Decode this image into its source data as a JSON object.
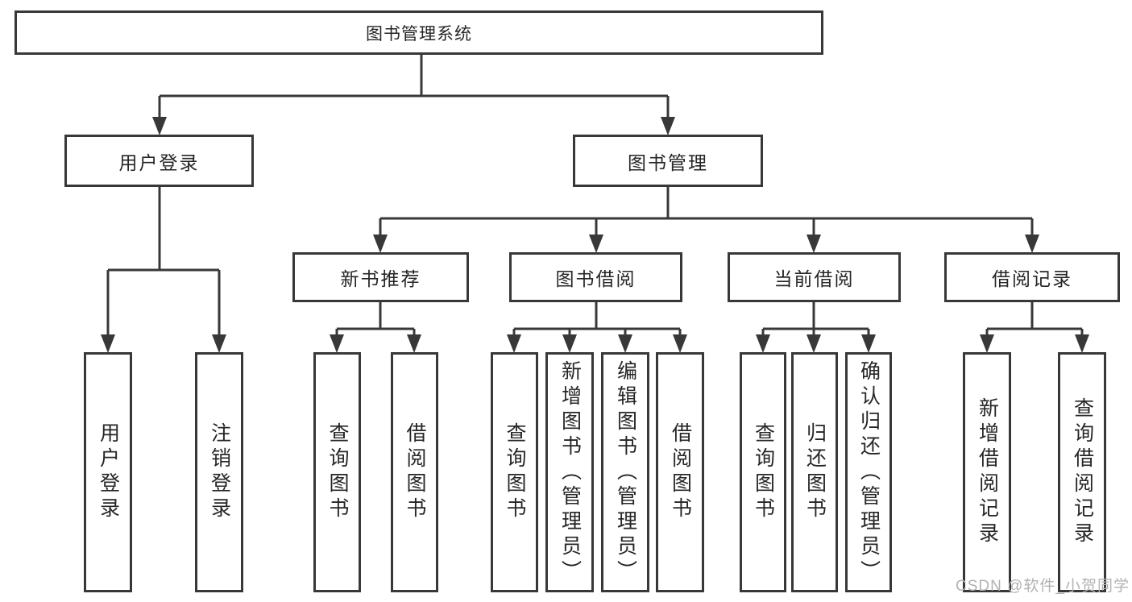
{
  "colors": {
    "line": "#383838",
    "text": "#262626",
    "watermark": "#b2b2b2",
    "background": "#ffffff"
  },
  "root": {
    "label": "图书管理系统"
  },
  "login": {
    "label": "用户登录",
    "children": [
      "用户登录",
      "注销登录"
    ]
  },
  "mgmt": {
    "label": "图书管理"
  },
  "modules": [
    {
      "label": "新书推荐",
      "children": [
        "查询图书",
        "借阅图书"
      ]
    },
    {
      "label": "图书借阅",
      "children": [
        "查询图书",
        "新增图书（管理员）",
        "编辑图书（管理员）",
        "借阅图书"
      ]
    },
    {
      "label": "当前借阅",
      "children": [
        "查询图书",
        "归还图书",
        "确认归还（管理员）"
      ]
    },
    {
      "label": "借阅记录",
      "children": [
        "新增借阅记录",
        "查询借阅记录"
      ]
    }
  ],
  "watermark": {
    "text": "CSDN @软件_小贺同学"
  }
}
